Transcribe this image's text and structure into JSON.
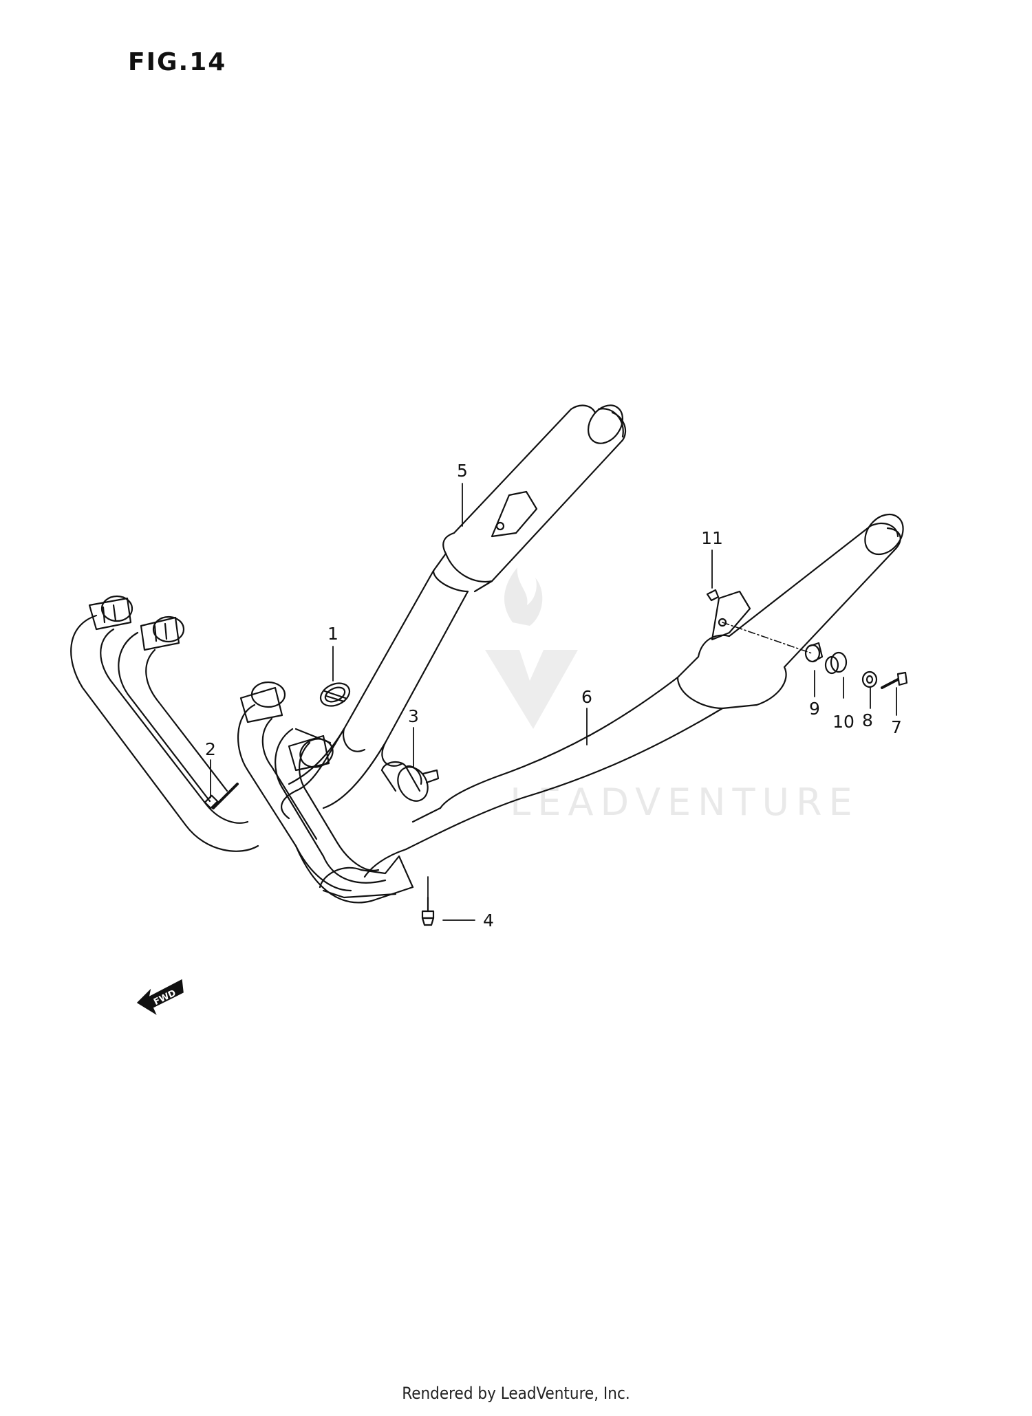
{
  "figure": {
    "title": "FIG.14"
  },
  "footer": {
    "text": "Rendered by LeadVenture, Inc."
  },
  "watermark": {
    "text": "LEADVENTURE"
  },
  "fwd_marker": {
    "label": "FWD",
    "icon": "forward-arrow-icon"
  },
  "callouts": [
    "1",
    "2",
    "3",
    "4",
    "5",
    "6",
    "7",
    "8",
    "9",
    "10",
    "11"
  ],
  "colors": {
    "line": "#111111",
    "watermark": "#e6e6e6"
  }
}
